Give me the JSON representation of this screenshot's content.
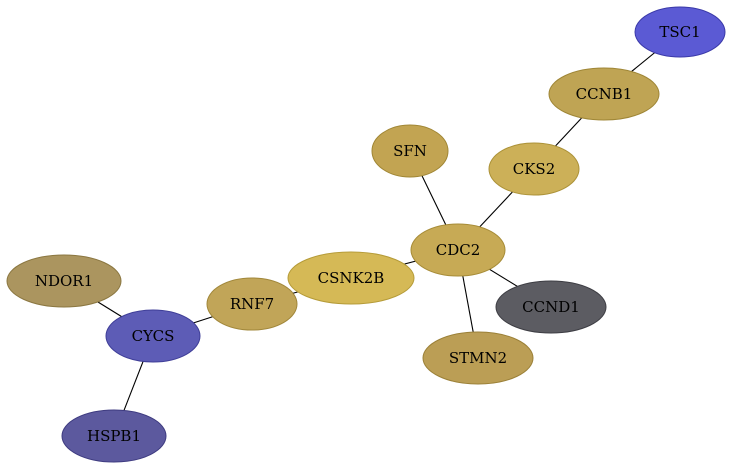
{
  "graph": {
    "nodes": [
      {
        "id": "TSC1",
        "label": "TSC1",
        "fill": "#5b5ad4",
        "stroke": "#3a39a8"
      },
      {
        "id": "CCNB1",
        "label": "CCNB1",
        "fill": "#bfa454",
        "stroke": "#9f8636"
      },
      {
        "id": "SFN",
        "label": "SFN",
        "fill": "#c2a452",
        "stroke": "#a08634"
      },
      {
        "id": "CKS2",
        "label": "CKS2",
        "fill": "#ccb058",
        "stroke": "#ac9238"
      },
      {
        "id": "CDC2",
        "label": "CDC2",
        "fill": "#c7aa55",
        "stroke": "#a78c37"
      },
      {
        "id": "CSNK2B",
        "label": "CSNK2B",
        "fill": "#d5b956",
        "stroke": "#b59b38"
      },
      {
        "id": "NDOR1",
        "label": "NDOR1",
        "fill": "#ab955f",
        "stroke": "#8b7741"
      },
      {
        "id": "RNF7",
        "label": "RNF7",
        "fill": "#c1a558",
        "stroke": "#a1873a"
      },
      {
        "id": "CCND1",
        "label": "CCND1",
        "fill": "#5c5c62",
        "stroke": "#3e3e44"
      },
      {
        "id": "CYCS",
        "label": "CYCS",
        "fill": "#5d5cb6",
        "stroke": "#3f3e98"
      },
      {
        "id": "STMN2",
        "label": "STMN2",
        "fill": "#bb9e55",
        "stroke": "#9b8037"
      },
      {
        "id": "HSPB1",
        "label": "HSPB1",
        "fill": "#5c599e",
        "stroke": "#3e3b80"
      }
    ],
    "edges": [
      {
        "from": "TSC1",
        "to": "CCNB1"
      },
      {
        "from": "CCNB1",
        "to": "CKS2"
      },
      {
        "from": "CKS2",
        "to": "CDC2"
      },
      {
        "from": "SFN",
        "to": "CDC2"
      },
      {
        "from": "CDC2",
        "to": "CSNK2B"
      },
      {
        "from": "CDC2",
        "to": "CCND1"
      },
      {
        "from": "CDC2",
        "to": "STMN2"
      },
      {
        "from": "CSNK2B",
        "to": "RNF7"
      },
      {
        "from": "RNF7",
        "to": "CYCS"
      },
      {
        "from": "NDOR1",
        "to": "CYCS"
      },
      {
        "from": "CYCS",
        "to": "HSPB1"
      }
    ]
  }
}
